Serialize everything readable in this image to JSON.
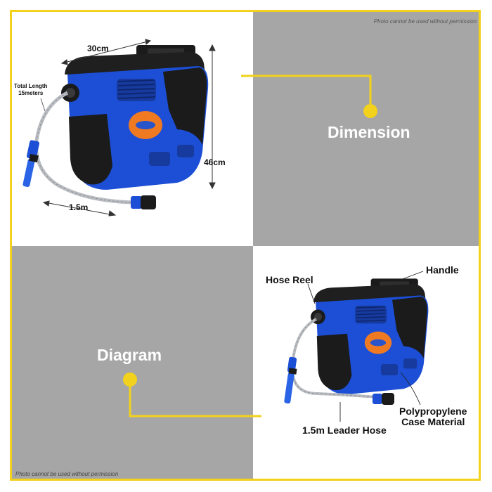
{
  "watermark": {
    "top": "Photo cannot be used without permission",
    "bottom": "Photo cannot be used without permission"
  },
  "dimension_panel": {
    "heading": "Dimension",
    "width_label": "30cm",
    "height_label": "46cm",
    "leader_label": "1.5m",
    "total_length_line1": "Total Length",
    "total_length_line2": "15meters"
  },
  "diagram_panel": {
    "heading": "Diagram",
    "hose_reel": "Hose Reel",
    "handle": "Handle",
    "case_line1": "Polypropylene",
    "case_line2": "Case Material",
    "leader_hose": "1.5m Leader Hose"
  },
  "colors": {
    "accent_yellow": "#f2d21c",
    "panel_gray": "#a6a6a6",
    "product_blue": "#1c4fd6",
    "product_black": "#1b1b1b",
    "badge_orange": "#f07a22"
  }
}
